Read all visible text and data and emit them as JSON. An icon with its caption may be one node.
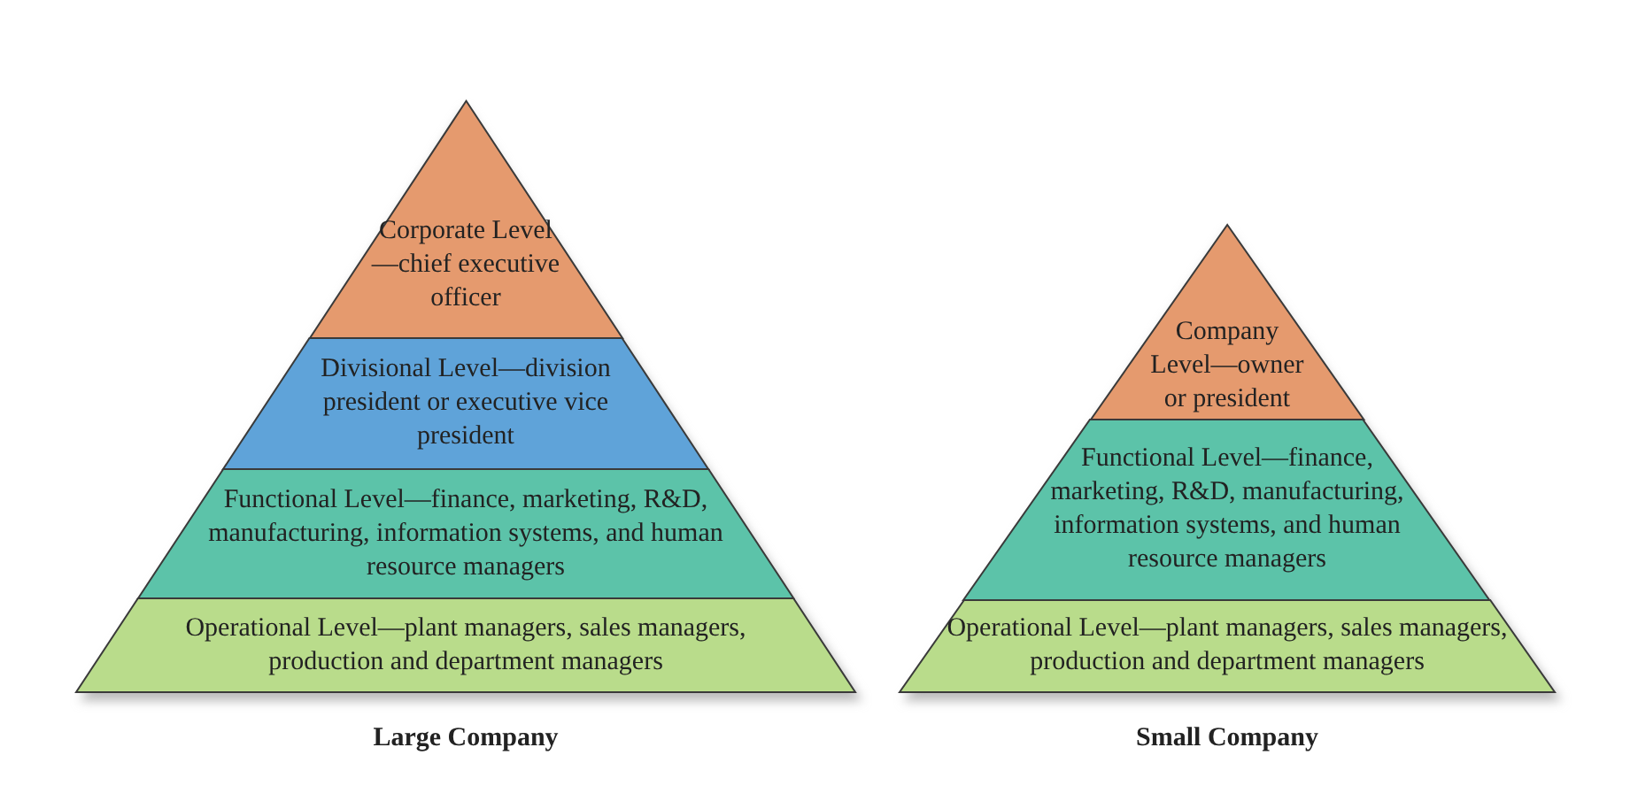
{
  "diagram": {
    "nodes": [
      {
        "text": [
          "Corporate Level—chief executive officer"
        ]
      },
      {
        "text": [
          "Divisional Level—division president or executive vice president"
        ]
      },
      {
        "text": [
          "Functional Level—finance, marketing, R&D, manufacturing, information systems, and human resource managers"
        ]
      },
      {
        "text": [
          "Operational Level—plant managers, sales managers, production and department managers"
        ]
      },
      {
        "text": [
          "Company Level—owner or president"
        ]
      },
      {
        "text": [
          "Functional Level—finance, marketing, R&D, manufacturing, information systems, and human resource managers"
        ]
      },
      {
        "text": [
          "Operational Level—plant managers, sales managers, production and department managers"
        ]
      }
    ],
    "labels": [
      "Large Company",
      "Small Company"
    ]
  }
}
